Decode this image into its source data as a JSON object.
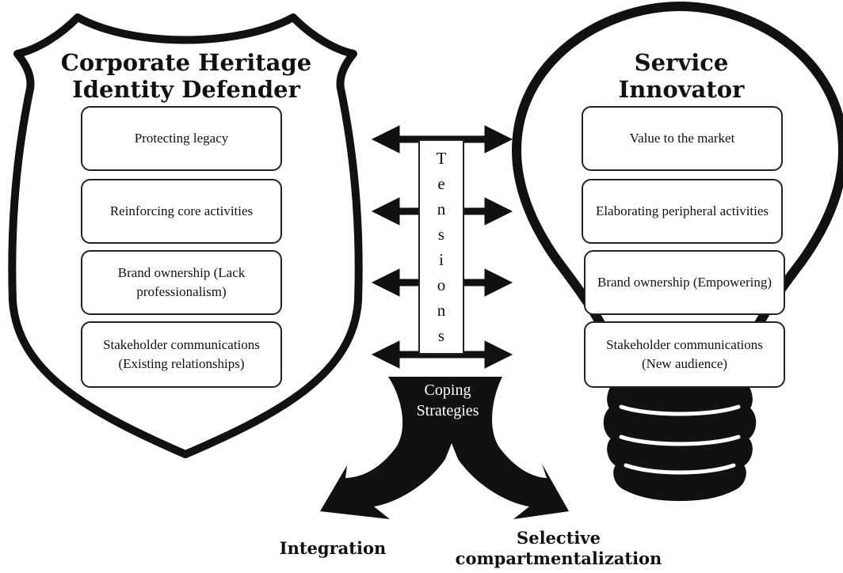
{
  "left": {
    "title_line1": "Corporate Heritage",
    "title_line2": "Identity Defender",
    "boxes": [
      "Protecting legacy",
      "Reinforcing core activities",
      "Brand ownership (Lack professionalism)",
      "Stakeholder communications (Existing relationships)"
    ]
  },
  "right": {
    "title_line1": "Service",
    "title_line2": "Innovator",
    "boxes": [
      "Value to the market",
      "Elaborating peripheral activities",
      "Brand ownership (Empowering)",
      "Stakeholder communications (New audience)"
    ]
  },
  "tensions": [
    "T",
    "e",
    "n",
    "s",
    "i",
    "o",
    "n",
    "s"
  ],
  "coping": {
    "line1": "Coping",
    "line2": "Strategies"
  },
  "outcomes": {
    "integration": "Integration",
    "selective_line1": "Selective",
    "selective_line2": "compartmentalization"
  }
}
